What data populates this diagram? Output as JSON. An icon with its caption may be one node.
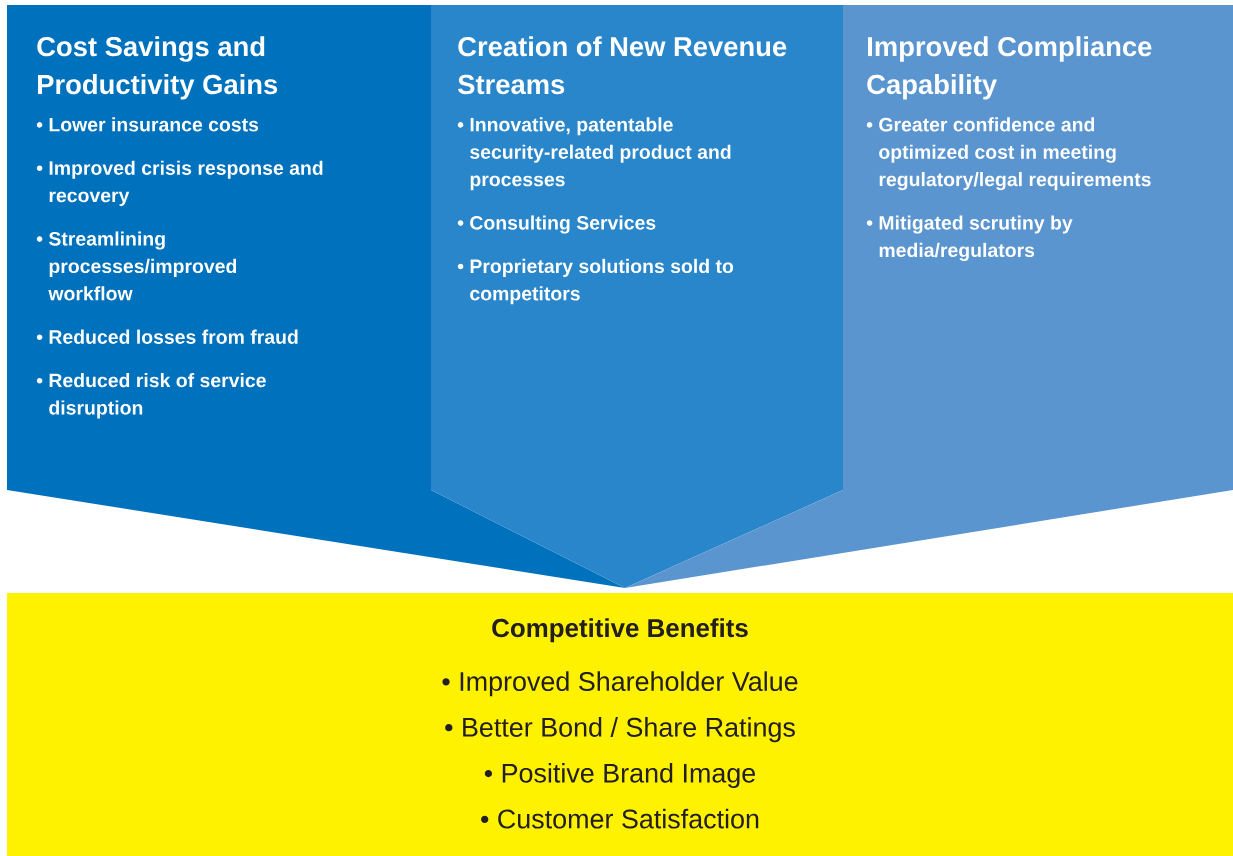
{
  "diagram": {
    "nodes": [
      {
        "text": [
          "Cost Savings and Productivity Gains",
          "• Lower insurance costs",
          "• Improved crisis response and recovery",
          "• Streamlining processes/improved workflow",
          "• Reduced losses from fraud",
          "• Reduced risk of service disruption"
        ]
      },
      {
        "text": [
          "Creation of New Revenue Streams",
          "• Innovative, patentable security-related product and processes",
          "• Consulting Services",
          "• Proprietary solutions sold to competitors"
        ]
      },
      {
        "text": [
          "Improved Compliance Capability",
          "• Greater confidence and optimized cost in meeting regulatory/legal requirements",
          "• Mitigated scrutiny by media/regulators"
        ]
      },
      {
        "text": [
          "Competitive Benefits",
          "• Improved Shareholder Value",
          "• Better Bond / Share Ratings",
          "• Positive Brand Image",
          "• Customer Satisfaction"
        ]
      }
    ]
  }
}
